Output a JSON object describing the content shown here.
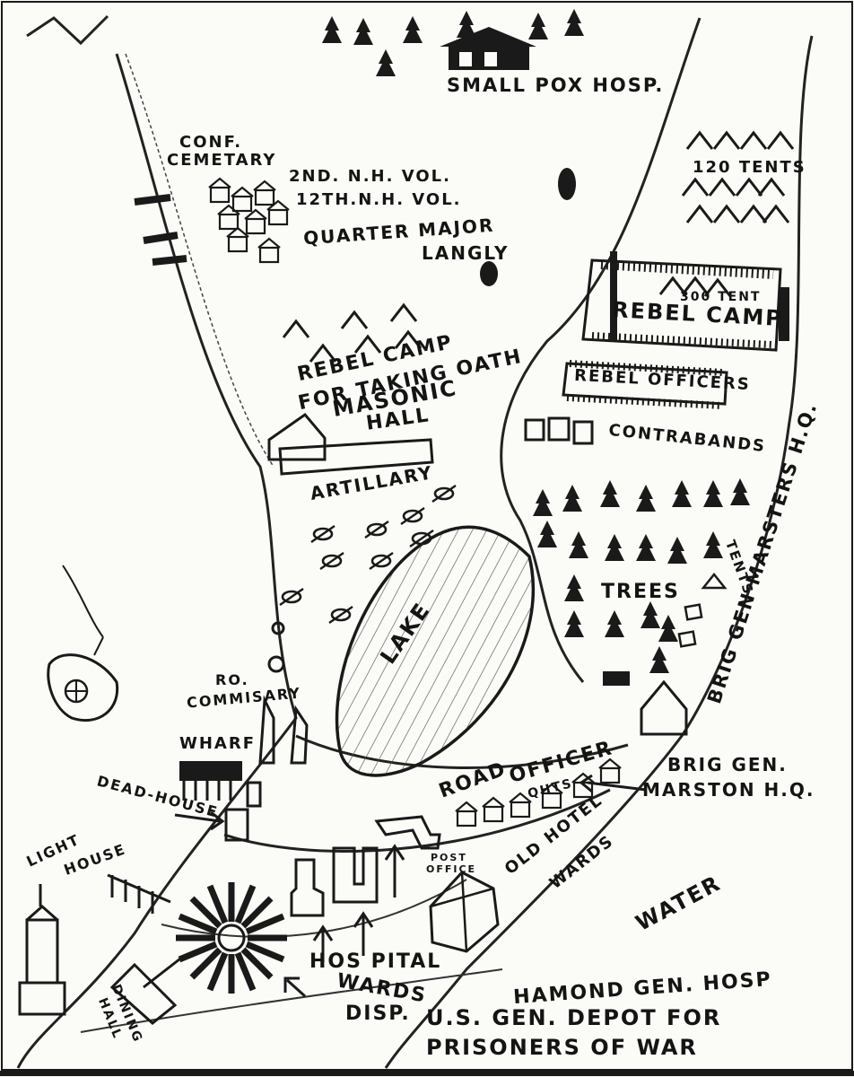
{
  "labels": {
    "smallpox": "SMALL POX HOSP.",
    "conf_cemetery_1": "CONF.",
    "conf_cemetery_2": "CEMETARY",
    "nh2": "2ND. N.H. VOL.",
    "nh12": "12TH.N.H. VOL.",
    "quarter_major": "QUARTER MAJOR",
    "langly": "LANGLY",
    "tents_120": "120 TENTS",
    "tents_300": "300 TENT",
    "rebel_camp": "REBEL CAMP",
    "rebel_officers": "REBEL OFFICERS",
    "rebel_camp_oath_1": "REBEL CAMP",
    "rebel_camp_oath_2": "FOR TAKING OATH",
    "masonic": "MASONIC",
    "hall": "HALL",
    "contrabands": "CONTRABANDS",
    "artillary": "ARTILLARY",
    "trees": "TREES",
    "tents": "TENTS",
    "brig_marsters": "BRIG GEN MARSTERS H.Q.",
    "lake": "LAKE",
    "commisary_1": "RO.",
    "commisary_2": "COMMISARY",
    "wharf": "WHARF",
    "dead_house": "DEAD-HOUSE",
    "road": "ROAD",
    "officer": "OFFICER",
    "qhts": "QHTS",
    "brig_gen_1": "BRIG GEN.",
    "brig_gen_2": "MARSTON H.Q.",
    "light_house_1": "LIGHT",
    "light_house_2": "HOUSE",
    "post_office_1": "POST",
    "post_office_2": "OFFICE",
    "old_hotel_1": "OLD HOTEL",
    "old_hotel_2": "WARDS",
    "water": "WATER",
    "hospital_1": "HOS PITAL",
    "hospital_2": "WARDS",
    "disp": "DISP.",
    "dining_1": "DINING",
    "dining_2": "HALL",
    "hamond": "HAMOND GEN. HOSP",
    "depot_1": "U.S. GEN. DEPOT FOR",
    "depot_2": "PRISONERS OF WAR"
  },
  "colors": {
    "ink": "#141414",
    "paper": "#fbfbf8"
  }
}
